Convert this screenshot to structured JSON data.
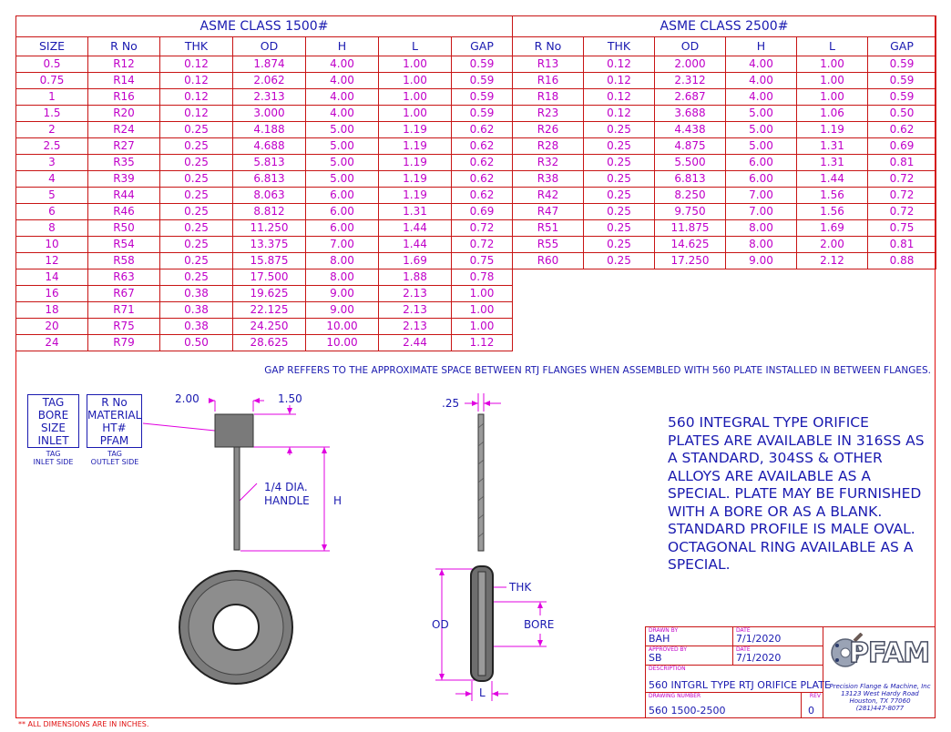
{
  "class1500": {
    "title": "ASME CLASS 1500#",
    "headers": [
      "SIZE",
      "R No",
      "THK",
      "OD",
      "H",
      "L",
      "GAP"
    ],
    "rows": [
      [
        "0.5",
        "R12",
        "0.12",
        "1.874",
        "4.00",
        "1.00",
        "0.59"
      ],
      [
        "0.75",
        "R14",
        "0.12",
        "2.062",
        "4.00",
        "1.00",
        "0.59"
      ],
      [
        "1",
        "R16",
        "0.12",
        "2.313",
        "4.00",
        "1.00",
        "0.59"
      ],
      [
        "1.5",
        "R20",
        "0.12",
        "3.000",
        "4.00",
        "1.00",
        "0.59"
      ],
      [
        "2",
        "R24",
        "0.25",
        "4.188",
        "5.00",
        "1.19",
        "0.62"
      ],
      [
        "2.5",
        "R27",
        "0.25",
        "4.688",
        "5.00",
        "1.19",
        "0.62"
      ],
      [
        "3",
        "R35",
        "0.25",
        "5.813",
        "5.00",
        "1.19",
        "0.62"
      ],
      [
        "4",
        "R39",
        "0.25",
        "6.813",
        "5.00",
        "1.19",
        "0.62"
      ],
      [
        "5",
        "R44",
        "0.25",
        "8.063",
        "6.00",
        "1.19",
        "0.62"
      ],
      [
        "6",
        "R46",
        "0.25",
        "8.812",
        "6.00",
        "1.31",
        "0.69"
      ],
      [
        "8",
        "R50",
        "0.25",
        "11.250",
        "6.00",
        "1.44",
        "0.72"
      ],
      [
        "10",
        "R54",
        "0.25",
        "13.375",
        "7.00",
        "1.44",
        "0.72"
      ],
      [
        "12",
        "R58",
        "0.25",
        "15.875",
        "8.00",
        "1.69",
        "0.75"
      ],
      [
        "14",
        "R63",
        "0.25",
        "17.500",
        "8.00",
        "1.88",
        "0.78"
      ],
      [
        "16",
        "R67",
        "0.38",
        "19.625",
        "9.00",
        "2.13",
        "1.00"
      ],
      [
        "18",
        "R71",
        "0.38",
        "22.125",
        "9.00",
        "2.13",
        "1.00"
      ],
      [
        "20",
        "R75",
        "0.38",
        "24.250",
        "10.00",
        "2.13",
        "1.00"
      ],
      [
        "24",
        "R79",
        "0.50",
        "28.625",
        "10.00",
        "2.44",
        "1.12"
      ]
    ]
  },
  "class2500": {
    "title": "ASME CLASS 2500#",
    "headers": [
      "R No",
      "THK",
      "OD",
      "H",
      "L",
      "GAP"
    ],
    "rows": [
      [
        "R13",
        "0.12",
        "2.000",
        "4.00",
        "1.00",
        "0.59"
      ],
      [
        "R16",
        "0.12",
        "2.312",
        "4.00",
        "1.00",
        "0.59"
      ],
      [
        "R18",
        "0.12",
        "2.687",
        "4.00",
        "1.00",
        "0.59"
      ],
      [
        "R23",
        "0.12",
        "3.688",
        "5.00",
        "1.06",
        "0.50"
      ],
      [
        "R26",
        "0.25",
        "4.438",
        "5.00",
        "1.19",
        "0.62"
      ],
      [
        "R28",
        "0.25",
        "4.875",
        "5.00",
        "1.31",
        "0.69"
      ],
      [
        "R32",
        "0.25",
        "5.500",
        "6.00",
        "1.31",
        "0.81"
      ],
      [
        "R38",
        "0.25",
        "6.813",
        "6.00",
        "1.44",
        "0.72"
      ],
      [
        "R42",
        "0.25",
        "8.250",
        "7.00",
        "1.56",
        "0.72"
      ],
      [
        "R47",
        "0.25",
        "9.750",
        "7.00",
        "1.56",
        "0.72"
      ],
      [
        "R51",
        "0.25",
        "11.875",
        "8.00",
        "1.69",
        "0.75"
      ],
      [
        "R55",
        "0.25",
        "14.625",
        "8.00",
        "2.00",
        "0.81"
      ],
      [
        "R60",
        "0.25",
        "17.250",
        "9.00",
        "2.12",
        "0.88"
      ]
    ]
  },
  "gap_note": "GAP REFFERS TO THE APPROXIMATE SPACE BETWEEN RTJ FLANGES WHEN ASSEMBLED WITH 560 PLATE INSTALLED IN BETWEEN FLANGES.",
  "tag_inlet": {
    "lines": [
      "TAG",
      "BORE",
      "SIZE",
      "INLET"
    ],
    "caption_1": "TAG",
    "caption_2": "INLET SIDE"
  },
  "tag_outlet": {
    "lines": [
      "R No",
      "MATERIAL",
      "HT#",
      "PFAM"
    ],
    "caption_1": "TAG",
    "caption_2": "OUTLET SIDE"
  },
  "dims": {
    "tag_width": "2.00",
    "tag_height": "1.50",
    "handle_1": "1/4 DIA.",
    "handle_2": "HANDLE",
    "h": "H",
    "edge_thk": ".25",
    "thk": "THK",
    "od": "OD",
    "bore": "BORE",
    "l": "L"
  },
  "spec_note": [
    "560 INTEGRAL TYPE ORIFICE",
    "PLATES ARE AVAILABLE IN 316SS AS",
    "A STANDARD, 304SS & OTHER",
    "ALLOYS ARE AVAILABLE AS A",
    "SPECIAL. PLATE MAY BE FURNISHED",
    "WITH A BORE OR AS A BLANK.",
    "STANDARD PROFILE IS MALE OVAL.",
    "OCTAGONAL RING AVAILABLE AS A",
    "SPECIAL."
  ],
  "title_block": {
    "drawn_by_label": "DRAWN BY",
    "drawn_by": "BAH",
    "date_label": "DATE",
    "date_1": "7/1/2020",
    "approved_by_label": "APPROVED BY",
    "approved_by": "SB",
    "date_2": "7/1/2020",
    "description_label": "DESCRIPTION",
    "description": "560 INTGRL TYPE RTJ ORIFICE PLATE",
    "drawing_number_label": "DRAWING NUMBER",
    "drawing_number": "560 1500-2500",
    "rev_label": "REV",
    "rev": "0"
  },
  "company": {
    "logo_text": "PFAM",
    "name": "Precision Flange & Machine, Inc",
    "address_1": "13123 West Hardy Road",
    "address_2": "Houston, TX 77060",
    "phone": "(281)447-8077"
  },
  "footer_note": "** ALL DIMENSIONS ARE IN INCHES.",
  "colors": {
    "border_red": "#c81414",
    "header_blue": "#1a1ab0",
    "value_magenta": "#c000c8",
    "dimension_magenta": "#e000e0",
    "part_gray": "#808080"
  }
}
